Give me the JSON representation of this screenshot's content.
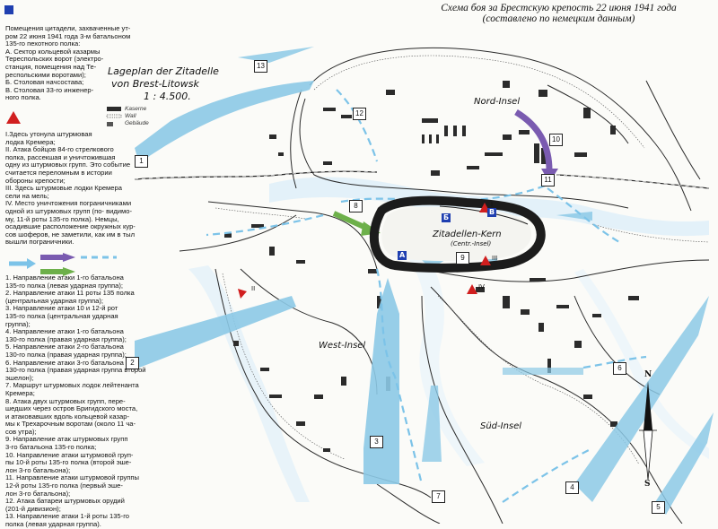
{
  "title": {
    "lines": [
      "Схема боя за Брестскую крепость 22 июня 1941 года",
      "(составлено по немецким данным)"
    ]
  },
  "map_title": {
    "lines": [
      "Lageplan der Zitadelle",
      "von Brest-Litowsk",
      "1 : 4.500."
    ]
  },
  "key_labels": [
    "Kaserne",
    "Wall",
    "Gebäude"
  ],
  "legend_top": {
    "lines": [
      "Помещения цитадели, захваченные ут-",
      "ром 22 июня 1941 года 3-м батальоном",
      "135-го пехотного полка:",
      "А. Сектор кольцевой казармы",
      "Тереспольских ворот (электро-",
      "станция, помещения над Те-",
      "респольскими воротами);",
      "Б. Столовая начсостава;",
      "В. Столовая 33-го инженер-",
      "ного полка."
    ]
  },
  "legend_events": {
    "lines": [
      "I.Здесь утонула штурмовая",
      "лодка Кремера;",
      "II. Атака бойцов 84-го стрелкового",
      "полка, рассекшая и уничтожившая",
      "одну из штурмовых групп. Это событие",
      "считается переломным в истории",
      "обороны крепости;",
      "III. Здесь штурмовые лодки Кремера",
      "сели на мель;",
      "IV. Место уничтожения пограничниками",
      "одной из штурмовых групп (по- видимо-",
      "му, 11-й роты 135-го полка). Немцы,",
      "осадившие расположение окружных кур-",
      "сов шоферов, не заметили, как им в тыл",
      "вышли пограничники."
    ]
  },
  "legend_directions": {
    "lines": [
      "1. Направление атаки 1-го батальона",
      "135-го полка (левая ударная группа);",
      "2. Направление атаки 11 роты 135 полка",
      "(центральная ударная группа);",
      "3. Направление атаки 10 и 12-й рот",
      "135-го полка (центральная ударная",
      "группа);",
      "4. Направление атаки 1-го батальона",
      "130-го полка (правая ударная группа);",
      "5. Направление атаки 2-го батальона",
      "130-го полка (правая ударная группа);",
      "6. Направление атаки 3-го батальона",
      "130-го полка (правая ударная группа второй",
      "эшелон);",
      "7. Маршрут штурмовых лодок лейтенанта",
      "Кремера;",
      "8. Атака двух штурмовых групп, пере-",
      "шедших через остров Бригидского моста,",
      "и атаковавших вдоль кольцевой казар-",
      "мы к Трехарочным воротам (около 11 ча-",
      "сов утра);",
      "9. Направление атак штурмовых групп",
      "3-го батальона 135-го полка;",
      "10. Направление атаки штурмовой груп-",
      "пы 10-й роты 135-го полка (второй эше-",
      "лон 3-го батальона);",
      "11. Направление атаки штурмовой группы",
      "12-й роты 135-го полка (первый эше-",
      "лон 3-го батальона);",
      "12. Атака батареи штурмовых орудий",
      "(201-й дивизион);",
      "13. Направление атаки 1-й роты 135-го",
      "полка (левая ударная группа)."
    ]
  },
  "places": {
    "nord": "Nord-Insel",
    "west": "West-Insel",
    "sud": "Süd-Insel",
    "kern": "Zitadellen-Kern",
    "kern_sub": "(Centr.-Insel)"
  },
  "route_numbers": [
    "1",
    "2",
    "3",
    "4",
    "5",
    "6",
    "7",
    "8",
    "9",
    "10",
    "11",
    "12",
    "13"
  ],
  "sector_letters": [
    "A",
    "Б",
    "B"
  ],
  "roman_numerals": [
    "I",
    "II",
    "III",
    "IV"
  ],
  "compass": {
    "n": "N",
    "s": "S"
  },
  "colors": {
    "attack_arrow": "#8cc9e6",
    "attack_arrow_dark": "#5aa8d3",
    "purple_arrow": "#7a5bb0",
    "green_arrow": "#6db04a",
    "dashed_route": "#7cc3e8",
    "citadel_wall": "#1c1c1c",
    "red_marker": "#d11f1f",
    "navy_square": "#1f3fb0",
    "river": "#e3f1f9"
  }
}
